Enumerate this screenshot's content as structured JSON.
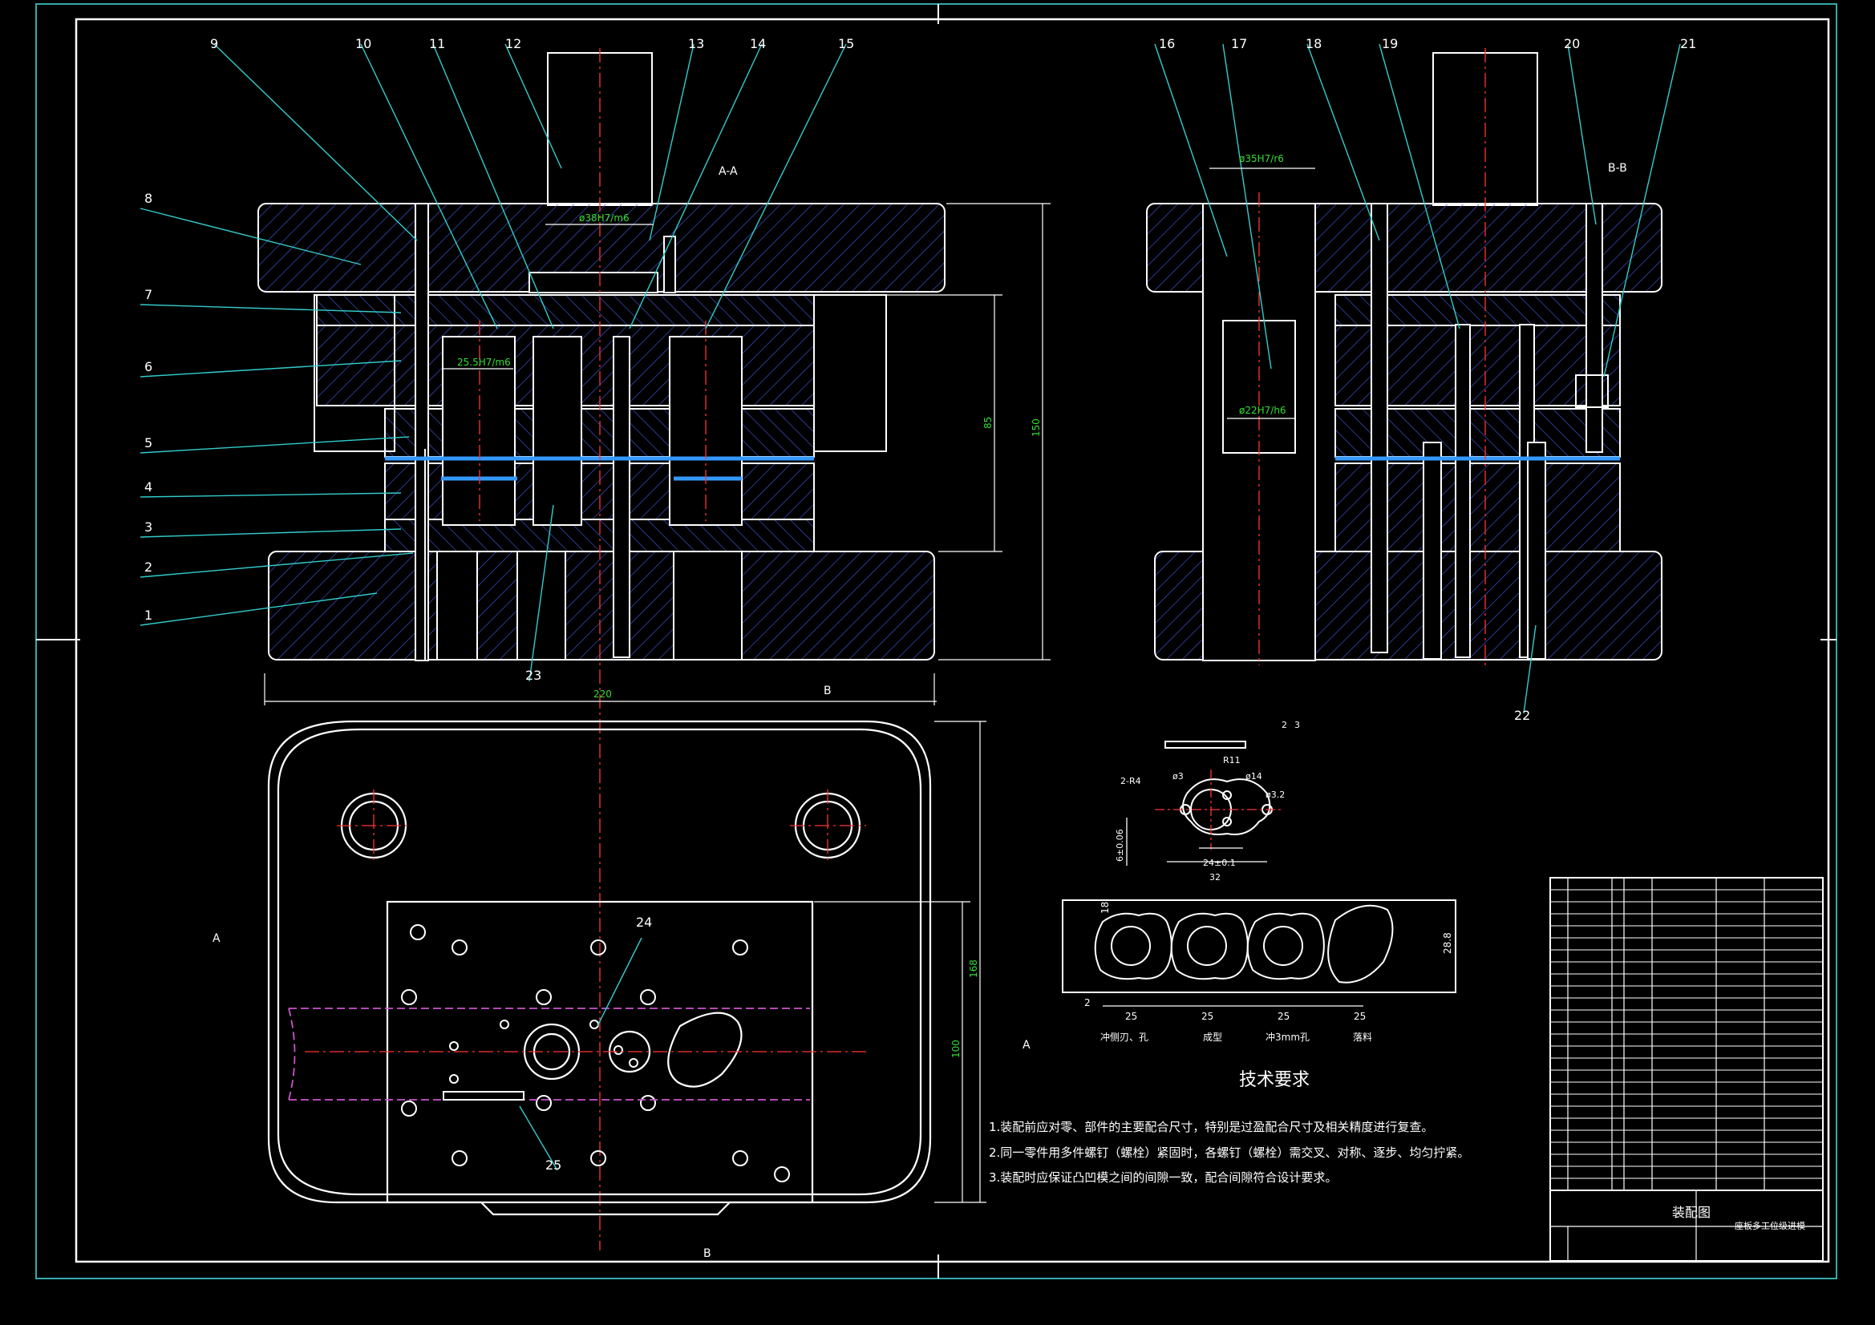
{
  "colors": {
    "background": "#000000",
    "outline": "#ffffff",
    "leader": "#33cccc",
    "dimension": "#33dd33",
    "centerline": "#ff3333",
    "hatch": "#5566ff",
    "strip": "#cc55cc",
    "gap_fill": "#3399ff"
  },
  "callouts": {
    "c1": "1",
    "c2": "2",
    "c3": "3",
    "c4": "4",
    "c5": "5",
    "c6": "6",
    "c7": "7",
    "c8": "8",
    "c9": "9",
    "c10": "10",
    "c11": "11",
    "c12": "12",
    "c13": "13",
    "c14": "14",
    "c15": "15",
    "c16": "16",
    "c17": "17",
    "c18": "18",
    "c19": "19",
    "c20": "20",
    "c21": "21",
    "c22": "22",
    "c23": "23",
    "c24": "24",
    "c25": "25"
  },
  "section_labels": {
    "aa": "A-A",
    "bb": "B-B",
    "a_left": "A",
    "a_right": "A",
    "b_top": "B",
    "b_bottom": "B"
  },
  "dimensions": {
    "fit_38": "ø38H7/m6",
    "fit_25": "25.5H7/m6",
    "fit_35": "ø35H7/r6",
    "fit_22": "ø22H7/h6",
    "width_220": "220",
    "height_150": "150",
    "height_85": "85",
    "plan_168": "168",
    "plan_100": "100"
  },
  "part_drawing": {
    "r4": "2-R4",
    "d3": "ø3",
    "r11": "R11",
    "d14": "ø14",
    "d32_small": "ø3.2",
    "h_tol": "6±0.06",
    "c24": "24±0.1",
    "w32": "32",
    "t2": "2",
    "t3": "3"
  },
  "strip_layout": {
    "pitch1": "25",
    "pitch2": "25",
    "pitch3": "25",
    "pitch4": "25",
    "width": "28.8",
    "edge_18": "18",
    "edge_2": "2",
    "step1": "冲侧刃、孔",
    "step2": "成型",
    "step3": "冲3mm孔",
    "step4": "落料"
  },
  "tech": {
    "title": "技术要求",
    "line1": "1.装配前应对零、部件的主要配合尺寸，特别是过盈配合尺寸及相关精度进行复查。",
    "line2": "2.同一零件用多件螺钉（螺栓）紧固时，各螺钉（螺栓）需交叉、对称、逐步、均匀拧紧。",
    "line3": "3.装配时应保证凸凹模之间的间隙一致，配合间隙符合设计要求。"
  },
  "title_block": {
    "name": "装配图",
    "product": "座板多工位级进模"
  }
}
